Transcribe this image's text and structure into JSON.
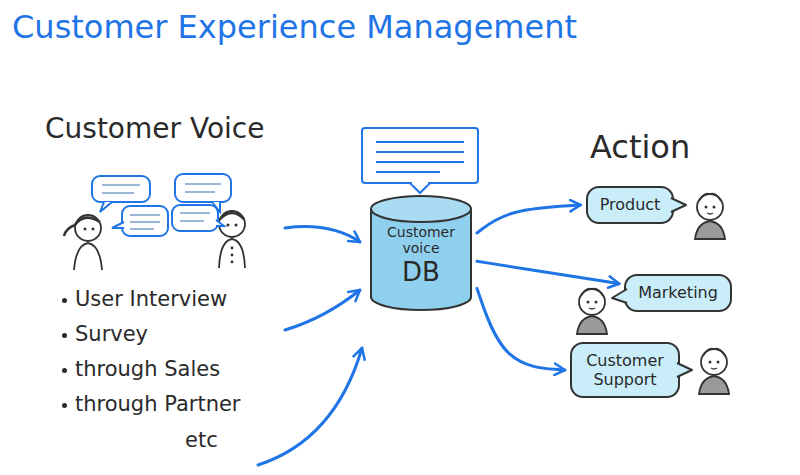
{
  "diagram": {
    "title": "Customer Experience Management",
    "nodes": [
      {
        "text": [
          "Customer voice",
          "DB"
        ]
      },
      {
        "text": [
          "Product"
        ]
      },
      {
        "text": [
          "Marketing"
        ]
      },
      {
        "text": [
          "Customer Support"
        ]
      }
    ],
    "edges": [
      {
        "from": 0,
        "to": 1,
        "arrow": "to"
      },
      {
        "from": 0,
        "to": 2,
        "arrow": "to"
      },
      {
        "from": 0,
        "to": 3,
        "arrow": "to"
      }
    ],
    "labels": [
      "Customer Voice",
      "User Interview",
      "Survey",
      "through Sales",
      "through Partner",
      "etc",
      "Action"
    ]
  }
}
